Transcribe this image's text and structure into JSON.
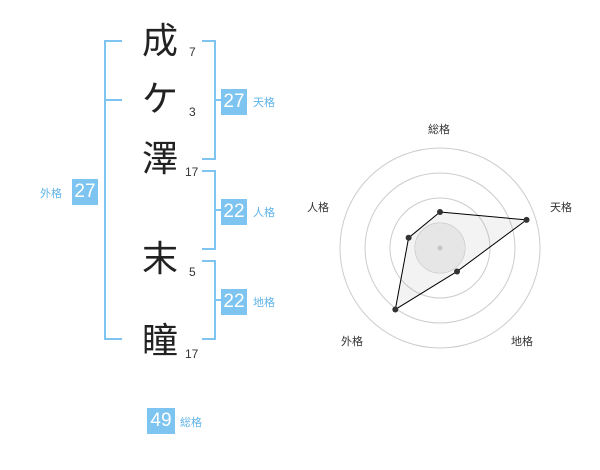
{
  "name": {
    "chars": [
      {
        "char": "成",
        "strokes": "7"
      },
      {
        "char": "ケ",
        "strokes": "3"
      },
      {
        "char": "澤",
        "strokes": "17"
      },
      {
        "char": "末",
        "strokes": "5"
      },
      {
        "char": "瞳",
        "strokes": "17"
      }
    ]
  },
  "fortune": {
    "tenkaku": {
      "value": "27",
      "label": "天格"
    },
    "jinkaku": {
      "value": "22",
      "label": "人格"
    },
    "chikaku": {
      "value": "22",
      "label": "地格"
    },
    "gaikaku": {
      "value": "27",
      "label": "外格"
    },
    "soukaku": {
      "value": "49",
      "label": "総格"
    }
  },
  "radar": {
    "axes": [
      "総格",
      "天格",
      "地格",
      "外格",
      "人格"
    ],
    "levels": 4,
    "values": [
      0.36,
      0.91,
      0.29,
      0.76,
      0.33
    ],
    "fill": "#999999",
    "stroke": "#000000",
    "inner_fill": "#eeeeee"
  }
}
